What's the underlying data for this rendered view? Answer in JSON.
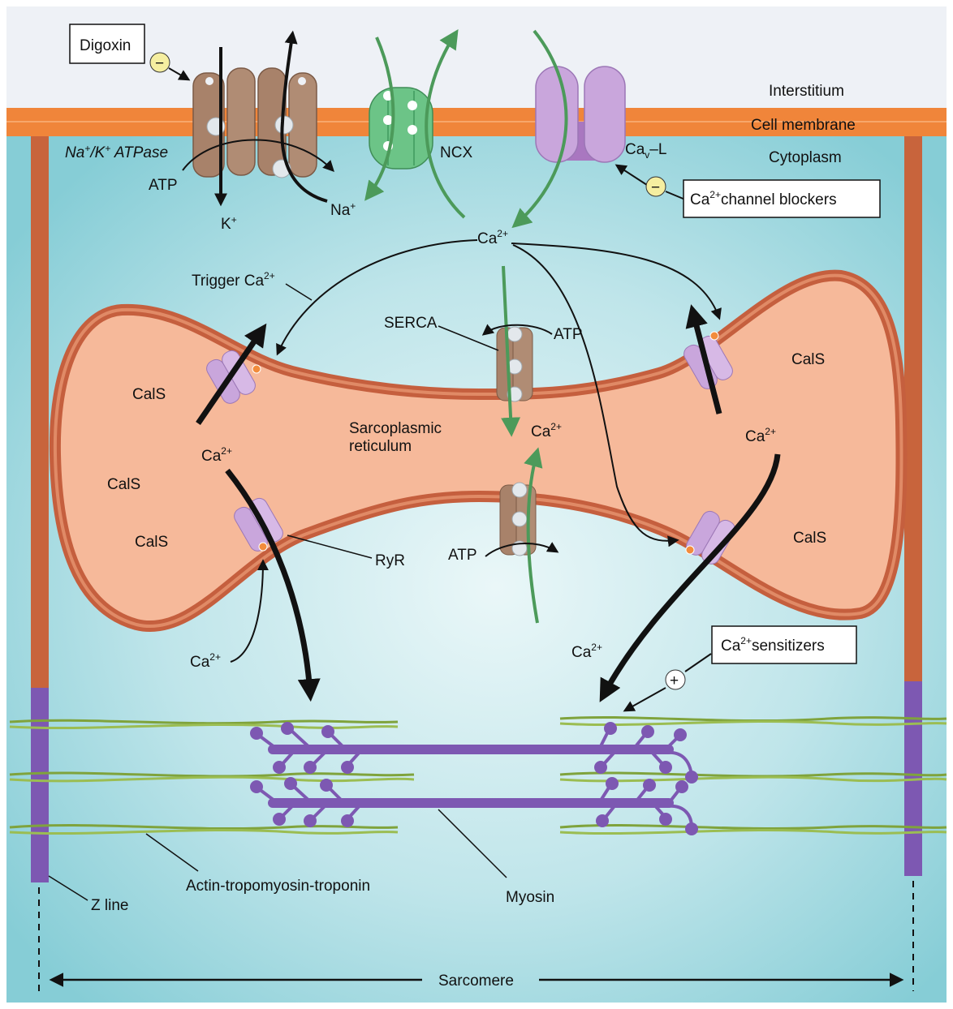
{
  "regions": {
    "interstitium": "Interstitium",
    "cell_membrane": "Cell membrane",
    "cytoplasm": "Cytoplasm"
  },
  "drugs": {
    "digoxin": "Digoxin",
    "ca_blockers": "channel blockers",
    "ca_sensitizers": "sensitizers",
    "minus_sign": "−",
    "plus_sign": "+"
  },
  "membrane_proteins": {
    "na_k_atpase_na": "Na",
    "na_k_atpase_k": "K",
    "na_k_atpase_suffix": "ATPase",
    "ncx": "NCX",
    "cav_prefix": "Ca",
    "cav_sub": "v",
    "cav_suffix": "–L"
  },
  "ions": {
    "atp": "ATP",
    "k": "K",
    "na": "Na",
    "plus": "+",
    "ca": "Ca",
    "ca_charge": "2+",
    "trigger_prefix": "Trigger Ca"
  },
  "sr": {
    "serca": "SERCA",
    "label_line1": "Sarcoplasmic",
    "label_line2": "reticulum",
    "cals": "CalS",
    "ryr": "RyR"
  },
  "sarcomere": {
    "actin": "Actin-tropomyosin-troponin",
    "myosin": "Myosin",
    "z_line": "Z line",
    "sarcomere": "Sarcomere"
  },
  "colors": {
    "interstitium": "#eef1f6",
    "membrane": "#f0853a",
    "cytoplasm": "#8fd0d8",
    "sr_fill": "#f6b99a",
    "sr_border": "#c55f3e",
    "atpase": "#a8826a",
    "ncx": "#6cc487",
    "channel": "#c9a6dc",
    "actin": "#7fa33c",
    "myosin": "#7d58b2",
    "z_line": "#c8643c",
    "arrow_green": "#4c9a5a"
  }
}
